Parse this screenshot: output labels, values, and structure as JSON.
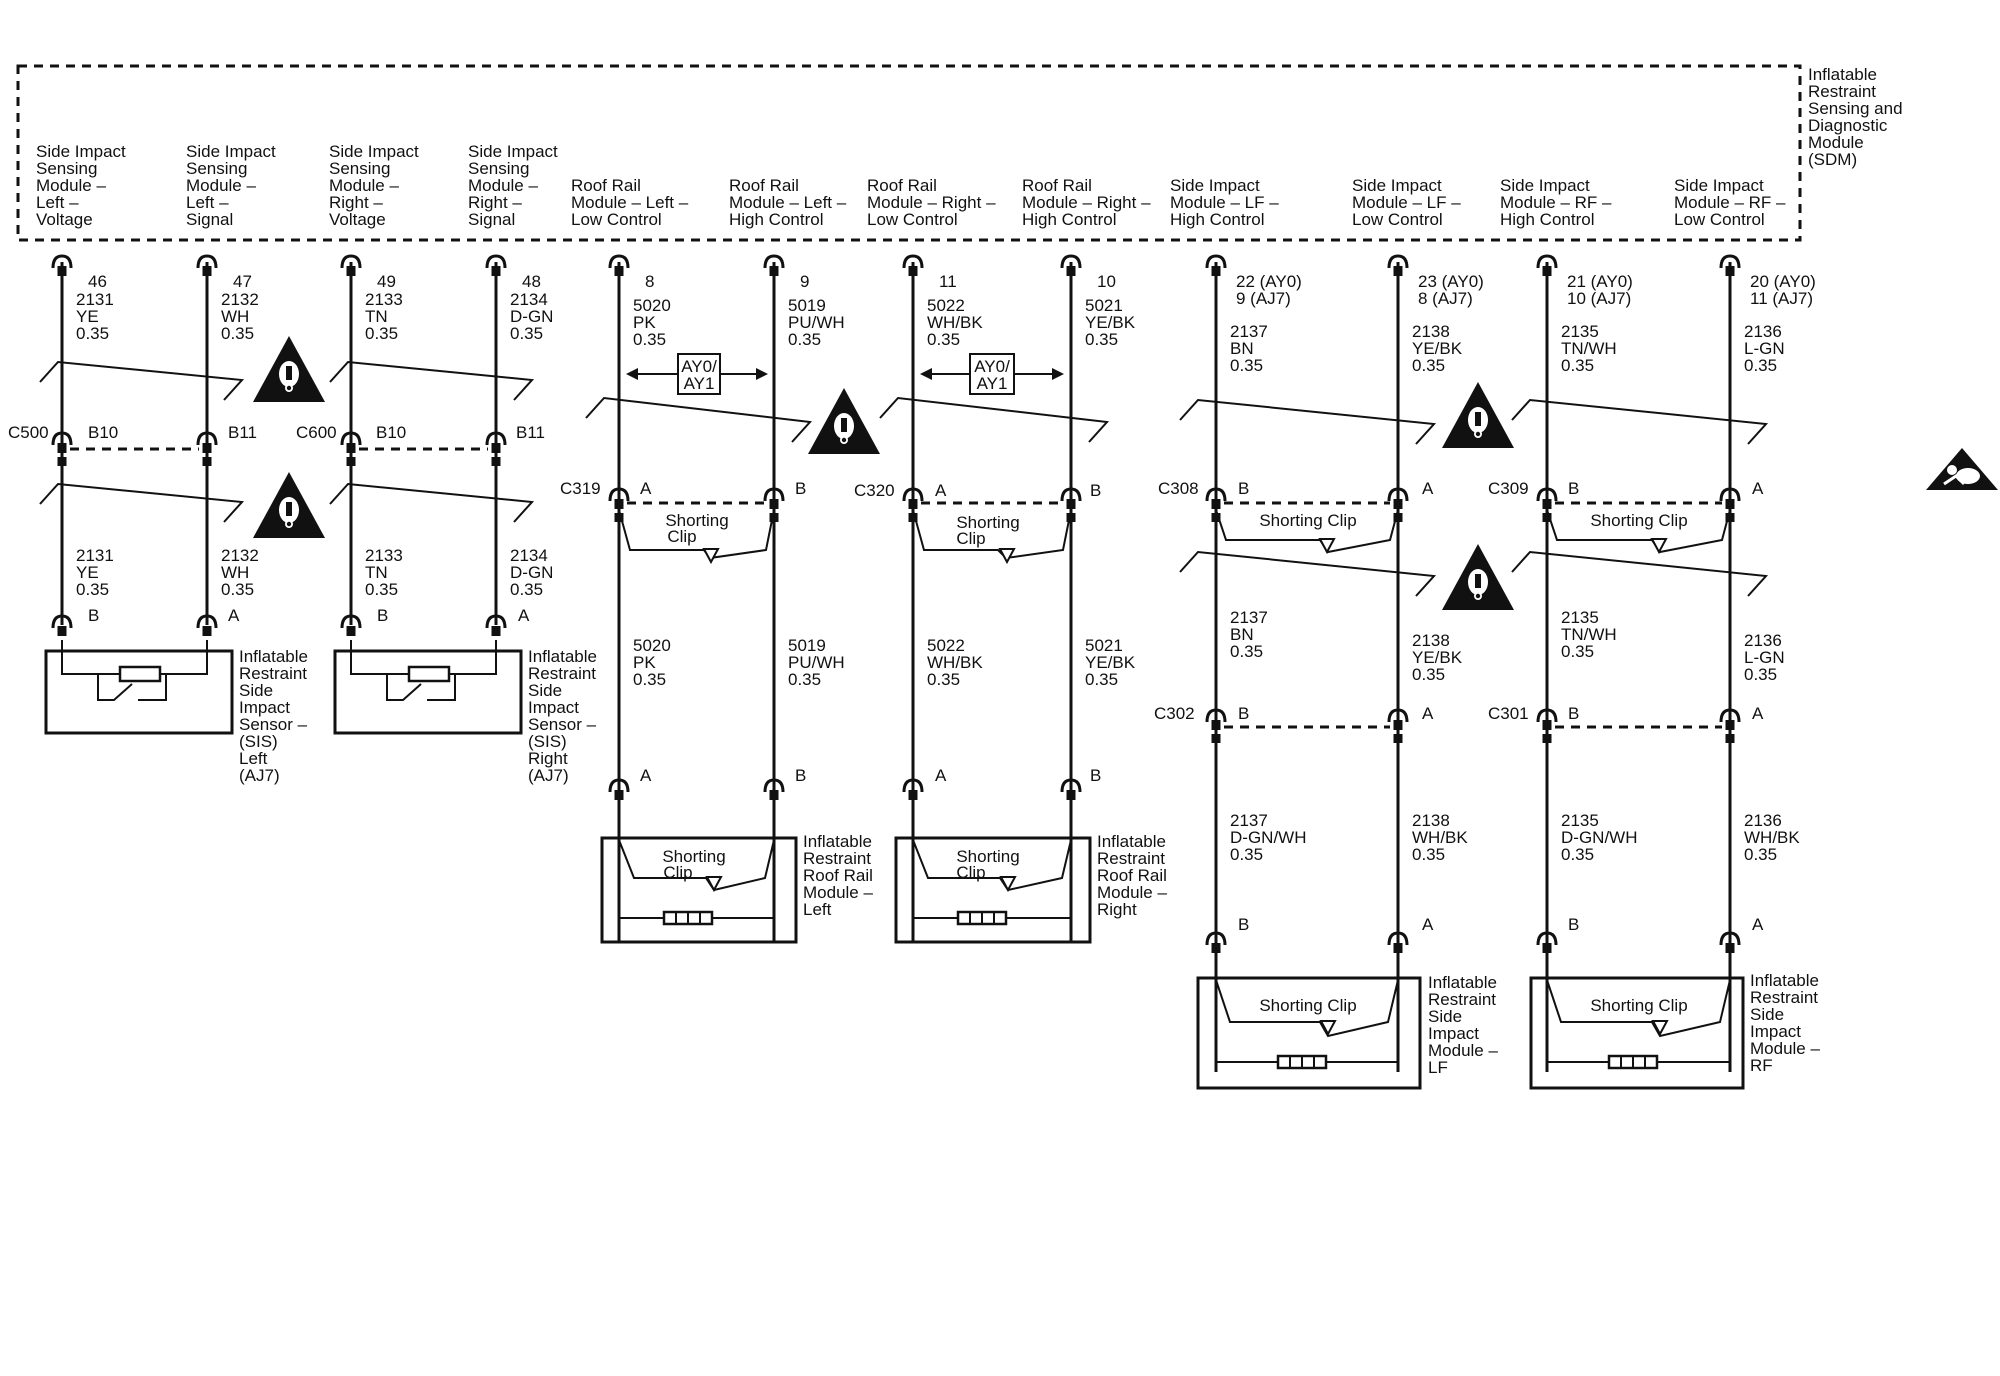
{
  "sdm": {
    "title_lines": [
      "Inflatable",
      "Restraint",
      "Sensing and",
      "Diagnostic",
      "Module",
      "(SDM)"
    ]
  },
  "circuits": [
    {
      "id": "c1",
      "top_lines": [
        "Side Impact",
        "Sensing",
        "Module –",
        "Left –",
        "Voltage"
      ],
      "pin": "46",
      "wire1": [
        "2131",
        "YE",
        "0.35"
      ],
      "wire2": [
        "2131",
        "YE",
        "0.35"
      ]
    },
    {
      "id": "c2",
      "top_lines": [
        "Side Impact",
        "Sensing",
        "Module –",
        "Left –",
        "Signal"
      ],
      "pin": "47",
      "wire1": [
        "2132",
        "WH",
        "0.35"
      ],
      "wire2": [
        "2132",
        "WH",
        "0.35"
      ]
    },
    {
      "id": "c3",
      "top_lines": [
        "Side Impact",
        "Sensing",
        "Module –",
        "Right –",
        "Voltage"
      ],
      "pin": "49",
      "wire1": [
        "2133",
        "TN",
        "0.35"
      ],
      "wire2": [
        "2133",
        "TN",
        "0.35"
      ]
    },
    {
      "id": "c4",
      "top_lines": [
        "Side Impact",
        "Sensing",
        "Module –",
        "Right –",
        "Signal"
      ],
      "pin": "48",
      "wire1": [
        "2134",
        "D-GN",
        "0.35"
      ],
      "wire2": [
        "2134",
        "D-GN",
        "0.35"
      ]
    },
    {
      "id": "c5",
      "top_lines": [
        "Roof Rail",
        "Module – Left –",
        "Low Control"
      ],
      "pin": "8",
      "wire1": [
        "5020",
        "PK",
        "0.35"
      ],
      "wire2": [
        "5020",
        "PK",
        "0.35"
      ]
    },
    {
      "id": "c6",
      "top_lines": [
        "Roof Rail",
        "Module – Left –",
        "High Control"
      ],
      "pin": "9",
      "wire1": [
        "5019",
        "PU/WH",
        "0.35"
      ],
      "wire2": [
        "5019",
        "PU/WH",
        "0.35"
      ]
    },
    {
      "id": "c7",
      "top_lines": [
        "Roof Rail",
        "Module – Right –",
        "Low Control"
      ],
      "pin": "11",
      "wire1": [
        "5022",
        "WH/BK",
        "0.35"
      ],
      "wire2": [
        "5022",
        "WH/BK",
        "0.35"
      ]
    },
    {
      "id": "c8",
      "top_lines": [
        "Roof Rail",
        "Module – Right –",
        "High Control"
      ],
      "pin": "10",
      "wire1": [
        "5021",
        "YE/BK",
        "0.35"
      ],
      "wire2": [
        "5021",
        "YE/BK",
        "0.35"
      ]
    },
    {
      "id": "c9",
      "top_lines": [
        "Side Impact",
        "Module – LF –",
        "High Control"
      ],
      "pin_lines": [
        "22 (AY0)",
        "9 (AJ7)"
      ],
      "wire1": [
        "2137",
        "BN",
        "0.35"
      ],
      "wire2": [
        "2137",
        "BN",
        "0.35"
      ],
      "wire3": [
        "2137",
        "D-GN/WH",
        "0.35"
      ]
    },
    {
      "id": "c10",
      "top_lines": [
        "Side Impact",
        "Module – LF –",
        "Low Control"
      ],
      "pin_lines": [
        "23 (AY0)",
        "8 (AJ7)"
      ],
      "wire1": [
        "2138",
        "YE/BK",
        "0.35"
      ],
      "wire2": [
        "2138",
        "YE/BK",
        "0.35"
      ],
      "wire3": [
        "2138",
        "WH/BK",
        "0.35"
      ]
    },
    {
      "id": "c11",
      "top_lines": [
        "Side Impact",
        "Module – RF –",
        "High Control"
      ],
      "pin_lines": [
        "21 (AY0)",
        "10 (AJ7)"
      ],
      "wire1": [
        "2135",
        "TN/WH",
        "0.35"
      ],
      "wire2": [
        "2135",
        "TN/WH",
        "0.35"
      ],
      "wire3": [
        "2135",
        "D-GN/WH",
        "0.35"
      ]
    },
    {
      "id": "c12",
      "top_lines": [
        "Side Impact",
        "Module – RF –",
        "Low Control"
      ],
      "pin_lines": [
        "20 (AY0)",
        "11 (AJ7)"
      ],
      "wire1": [
        "2136",
        "L-GN",
        "0.35"
      ],
      "wire2": [
        "2136",
        "L-GN",
        "0.35"
      ],
      "wire3": [
        "2136",
        "WH/BK",
        "0.35"
      ]
    }
  ],
  "connectors": {
    "c500": {
      "name": "C500",
      "left": "B10",
      "right": "B11"
    },
    "c600": {
      "name": "C600",
      "left": "B10",
      "right": "B11"
    },
    "c319": {
      "name": "C319",
      "left": "A",
      "right": "B"
    },
    "c320": {
      "name": "C320",
      "left": "A",
      "right": "B"
    },
    "c308": {
      "name": "C308",
      "left": "B",
      "right": "A"
    },
    "c309": {
      "name": "C309",
      "left": "B",
      "right": "A"
    },
    "c302": {
      "name": "C302",
      "left": "B",
      "right": "A"
    },
    "c301": {
      "name": "C301",
      "left": "B",
      "right": "A"
    }
  },
  "option_box": [
    "AY0/",
    "AY1"
  ],
  "shorting_clip": {
    "two_line": [
      "Shorting",
      "Clip"
    ],
    "one_line": "Shorting Clip"
  },
  "pins": {
    "a": "A",
    "b": "B"
  },
  "components": {
    "sis_left": [
      "Inflatable",
      "Restraint",
      "Side",
      "Impact",
      "Sensor –",
      "(SIS)",
      "Left",
      "(AJ7)"
    ],
    "sis_right": [
      "Inflatable",
      "Restraint",
      "Side",
      "Impact",
      "Sensor –",
      "(SIS)",
      "Right",
      "(AJ7)"
    ],
    "roof_left": [
      "Inflatable",
      "Restraint",
      "Roof Rail",
      "Module –",
      "Left"
    ],
    "roof_right": [
      "Inflatable",
      "Restraint",
      "Roof Rail",
      "Module –",
      "Right"
    ],
    "side_lf": [
      "Inflatable",
      "Restraint",
      "Side",
      "Impact",
      "Module –",
      "LF"
    ],
    "side_rf": [
      "Inflatable",
      "Restraint",
      "Side",
      "Impact",
      "Module –",
      "RF"
    ]
  },
  "icons": {
    "warning": "warning-icon",
    "airbag": "airbag-icon"
  }
}
